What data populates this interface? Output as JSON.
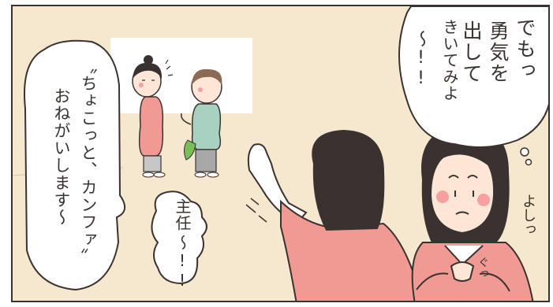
{
  "speech_right_lines": [
    "でもっ",
    "勇気を",
    "出して",
    "きいてみよ",
    "〜!!"
  ],
  "speech_left_lines": [
    "〝ちょこっと、カンファ〞",
    "おねがいします〜"
  ],
  "speech_center_lines": [
    "主任",
    "〜!!"
  ],
  "sfx_yoshi": "よしっ",
  "sfx_gu": "ぐっ",
  "colors": {
    "background": "#f6e7cf",
    "ink": "#3a3230",
    "scrub_pink": "#f09a93",
    "scrub_teal": "#a9d1c2",
    "blush": "#f7a0a0"
  }
}
